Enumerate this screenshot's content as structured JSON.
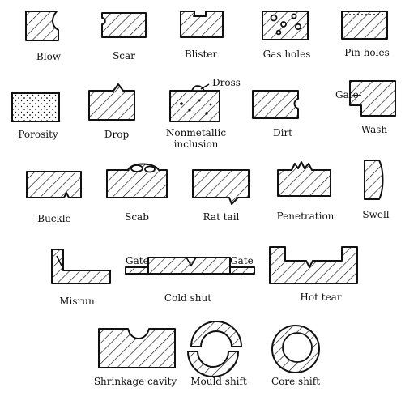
{
  "figure": {
    "labels": {
      "blow": "Blow",
      "scar": "Scar",
      "blister": "Blister",
      "gas_holes": "Gas holes",
      "pin_holes": "Pin holes",
      "porosity": "Porosity",
      "drop": "Drop",
      "dross": "Dross",
      "nonmetallic_line1": "Nonmetallic",
      "nonmetallic_line2": "inclusion",
      "dirt": "Dirt",
      "gate_wash": "Gate",
      "wash": "Wash",
      "buckle": "Buckle",
      "scab": "Scab",
      "rat_tail": "Rat tail",
      "penetration": "Penetration",
      "swell": "Swell",
      "misrun": "Misrun",
      "gate_left": "Gate",
      "gate_right": "Gate",
      "cold_shut": "Cold shut",
      "hot_tear": "Hot tear",
      "shrinkage_cavity": "Shrinkage cavity",
      "mould_shift": "Mould shift",
      "core_shift": "Core shift"
    }
  }
}
